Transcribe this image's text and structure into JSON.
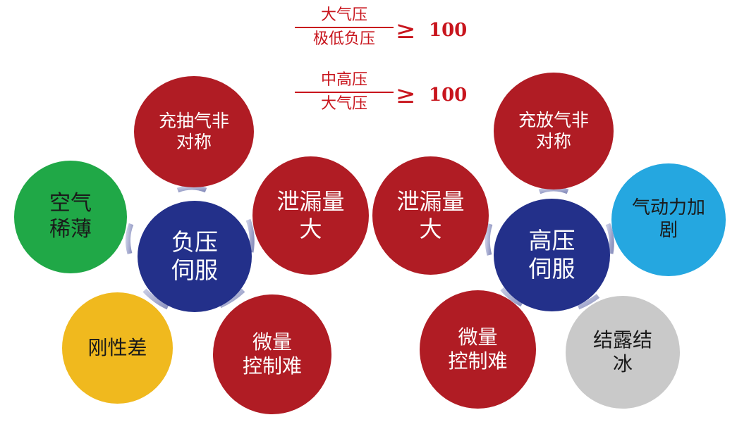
{
  "formulas": [
    {
      "numerator": "大气压",
      "denominator": "极低负压",
      "operator": "≥",
      "value": "100"
    },
    {
      "numerator": "中高压",
      "denominator": "大气压",
      "operator": "≥",
      "value": "100"
    }
  ],
  "left_cluster": {
    "center": "负压\n伺服",
    "top": "充抽气非\n对称",
    "left": "空气\n稀薄",
    "bottom_left": "刚性差",
    "bottom_right": "微量\n控制难",
    "right": "泄漏量\n大"
  },
  "right_cluster": {
    "center": "高压\n伺服",
    "top": "充放气非\n对称",
    "left": "泄漏量\n大",
    "bottom_left": "微量\n控制难",
    "right": "气动力加\n剧",
    "bottom_right": "结露结\n冰"
  },
  "colors": {
    "red": "#b01c24",
    "navy": "#23308a",
    "green": "#20a847",
    "yellow": "#f0b91e",
    "blue": "#25a7e0",
    "grey": "#c9c9c9",
    "formula_red": "#c8151d",
    "arrow": "#a9aed0"
  }
}
